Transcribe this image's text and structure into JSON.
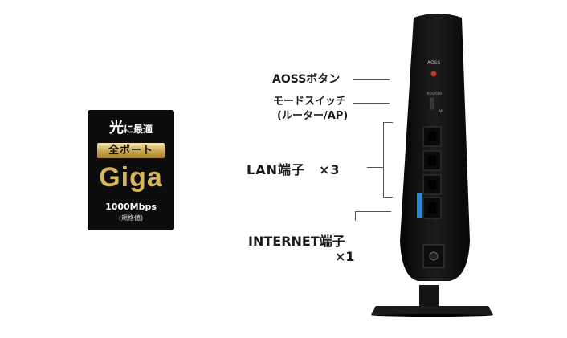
{
  "badge": {
    "line1_big": "光",
    "line1_small": "に最適",
    "line2": "全ポート",
    "giga": "Giga",
    "speed": "1000Mbps",
    "note": "(規格値)"
  },
  "labels": {
    "aoss": "AOSSボタン",
    "mode_switch_line1": "モードスイッチ",
    "mode_switch_line2": "(ルーター/AP)",
    "lan": "LAN端子　×3",
    "internet_line1": "INTERNET端子",
    "internet_line2": "×1"
  },
  "router": {
    "aoss_print": "AOSS",
    "switch_print": "ROUTER",
    "switch_print2": "AP",
    "accent_color": "#2e86d6",
    "led_color": "#c0392b"
  }
}
